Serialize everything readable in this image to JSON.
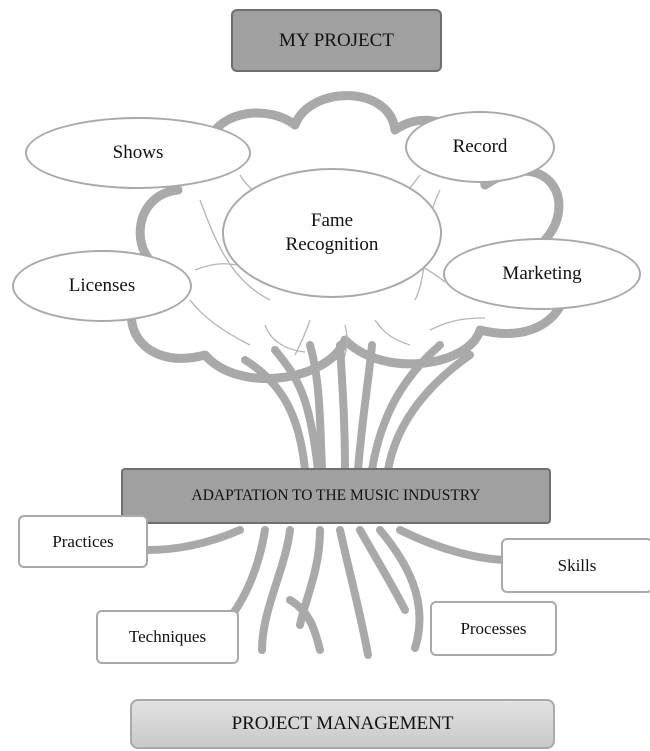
{
  "diagram": {
    "top_box": "MY PROJECT",
    "crown_center": {
      "line1": "Fame",
      "line2": "Recognition"
    },
    "crown_ellipses": {
      "shows": "Shows",
      "record": "Record",
      "licenses": "Licenses",
      "marketing": "Marketing"
    },
    "trunk_band": "ADAPTATION TO THE MUSIC INDUSTRY",
    "root_boxes": {
      "practices": "Practices",
      "skills": "Skills",
      "techniques": "Techniques",
      "processes": "Processes"
    },
    "bottom_box": "PROJECT MANAGEMENT"
  },
  "colors": {
    "tree": "#a9a9a9",
    "dark_box": "#a0a0a0",
    "light_box": "#d6d6d6"
  }
}
